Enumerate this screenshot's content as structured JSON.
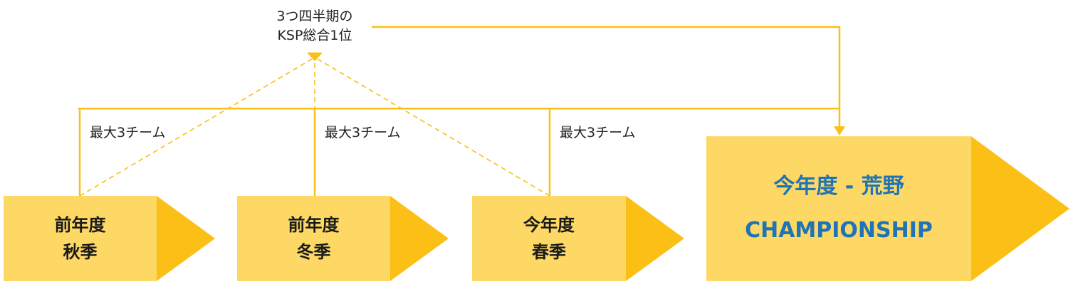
{
  "note": {
    "line1": "3つ四半期の",
    "line2": "KSP総合1位"
  },
  "limit_label": "最大3チーム",
  "stages": [
    {
      "line1": "前年度",
      "line2": "秋季"
    },
    {
      "line1": "前年度",
      "line2": "冬季"
    },
    {
      "line1": "今年度",
      "line2": "春季"
    }
  ],
  "championship": {
    "line1": "今年度 - 荒野",
    "line2": "CHAMPIONSHIP"
  },
  "colors": {
    "box_fill": "#fdd865",
    "arrow_fill": "#fbbf16",
    "line": "#fbbf16",
    "title_text": "#1f73b7"
  }
}
